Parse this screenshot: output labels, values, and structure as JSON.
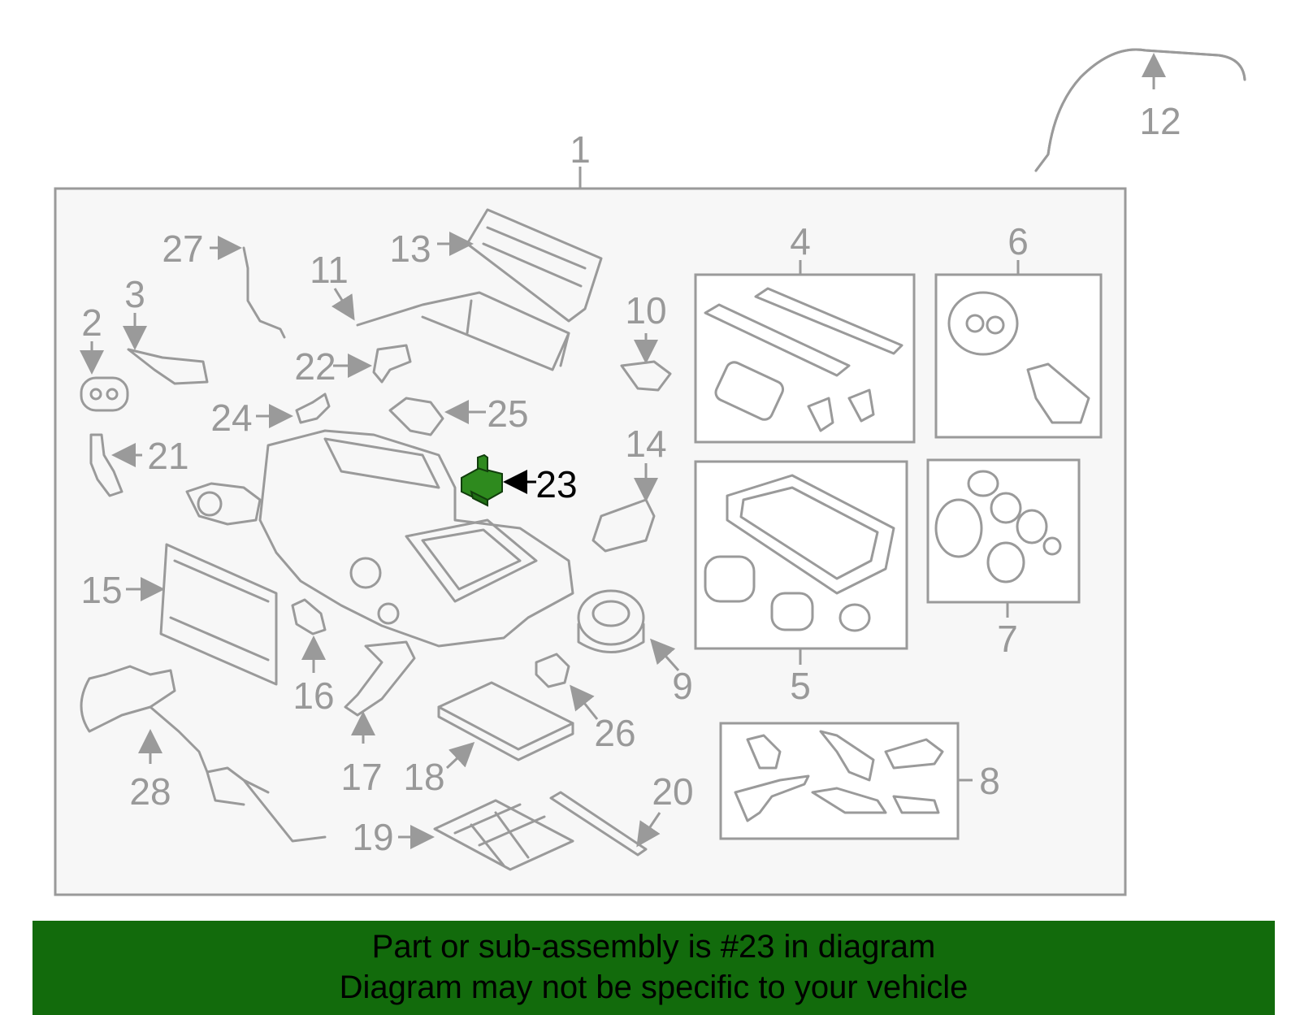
{
  "diagram": {
    "callouts": {
      "c1": "1",
      "c2": "2",
      "c3": "3",
      "c4": "4",
      "c5": "5",
      "c6": "6",
      "c7": "7",
      "c8": "8",
      "c9": "9",
      "c10": "10",
      "c11": "11",
      "c12": "12",
      "c13": "13",
      "c14": "14",
      "c15": "15",
      "c16": "16",
      "c17": "17",
      "c18": "18",
      "c19": "19",
      "c20": "20",
      "c21": "21",
      "c22": "22",
      "c23": "23",
      "c24": "24",
      "c25": "25",
      "c26": "26",
      "c27": "27",
      "c28": "28"
    },
    "highlighted_part": "23",
    "colors": {
      "highlight": "#2e8a1e",
      "line": "#9a9a9a",
      "banner": "#126b0c"
    }
  },
  "footer": {
    "line1": "Part or sub-assembly is #23 in diagram",
    "line2": "Diagram may not be specific to your vehicle"
  }
}
